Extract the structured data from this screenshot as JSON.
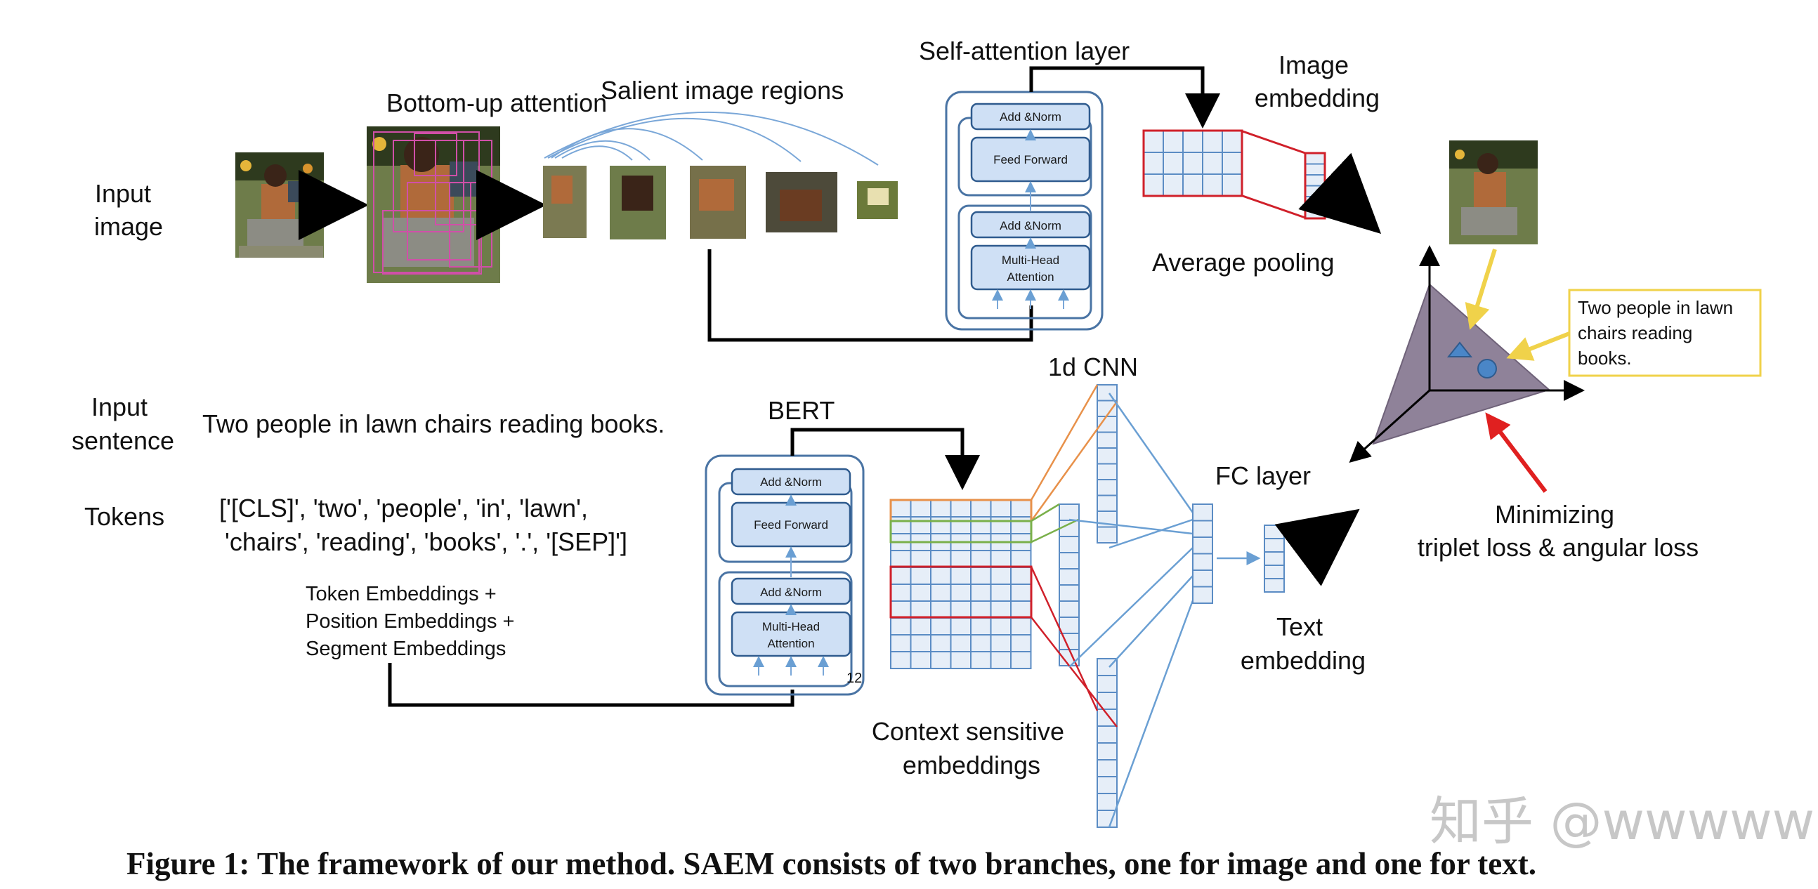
{
  "labels": {
    "input_image": [
      "Input",
      "image"
    ],
    "bottom_up": "Bottom-up attention",
    "salient": "Salient image regions",
    "self_attention": "Self-attention layer",
    "image_embedding": [
      "Image",
      "embedding"
    ],
    "average_pooling": "Average pooling",
    "input_sentence": [
      "Input",
      "sentence"
    ],
    "sentence": "Two people in lawn chairs reading books.",
    "tokens_label": "Tokens",
    "tokens": [
      "['[CLS]', 'two', 'people', 'in', 'lawn',",
      "'chairs', 'reading', 'books', '.', '[SEP]']"
    ],
    "embeddings": [
      "Token Embeddings +",
      "Position Embeddings +",
      "Segment Embeddings"
    ],
    "bert": "BERT",
    "bert_repeat": "12",
    "cnn": "1d CNN",
    "fc": "FC layer",
    "text_embedding": [
      "Text",
      "embedding"
    ],
    "context": [
      "Context sensitive",
      "embeddings"
    ],
    "minimizing": [
      "Minimizing",
      "triplet loss & angular loss"
    ],
    "callout": [
      "Two people in lawn",
      "chairs reading",
      "books."
    ],
    "caption": "Figure 1: The framework of our method. SAEM consists of two branches, one for image and one for text.",
    "watermark": "知乎 @wwwww"
  },
  "blocks": {
    "add_norm": "Add &Norm",
    "feed_forward": "Feed Forward",
    "multi_head": [
      "Multi-Head",
      "Attention"
    ]
  },
  "colors": {
    "block_fill": "#cfe0f5",
    "block_stroke": "#2f5b8e",
    "cnn_orange": "#e8914a",
    "cnn_green": "#7ab04a",
    "cnn_red": "#d0202a",
    "triangle": "#8f8299",
    "callout_border": "#f0d24a",
    "arrow_red": "#e02020"
  }
}
